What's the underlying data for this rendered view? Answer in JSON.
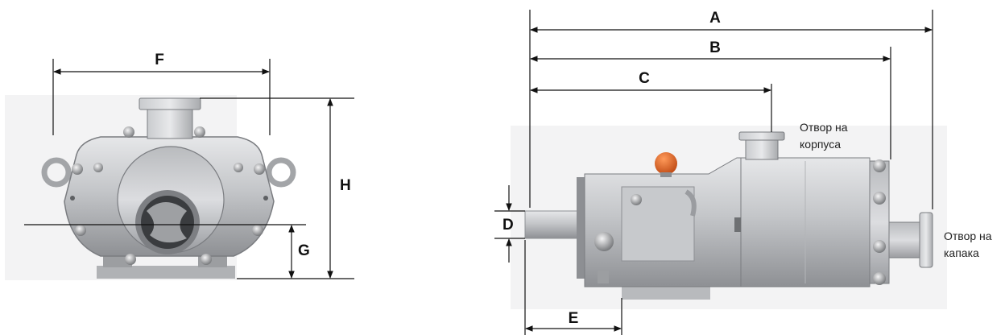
{
  "dimension_labels": {
    "A": "A",
    "B": "B",
    "C": "C",
    "D": "D",
    "E": "E",
    "F": "F",
    "G": "G",
    "H": "H"
  },
  "callouts": {
    "body_port_line1": "Отвор на",
    "body_port_line2": "корпуса",
    "cover_port_line1": "Отвор на",
    "cover_port_line2": "капака"
  },
  "colors": {
    "line": "#111111",
    "metal_light": "#d6d7d9",
    "metal_mid": "#a9abae",
    "metal_dark": "#6e7073",
    "backdrop": "#f3f3f4",
    "orange_cap": "#e0601e"
  }
}
